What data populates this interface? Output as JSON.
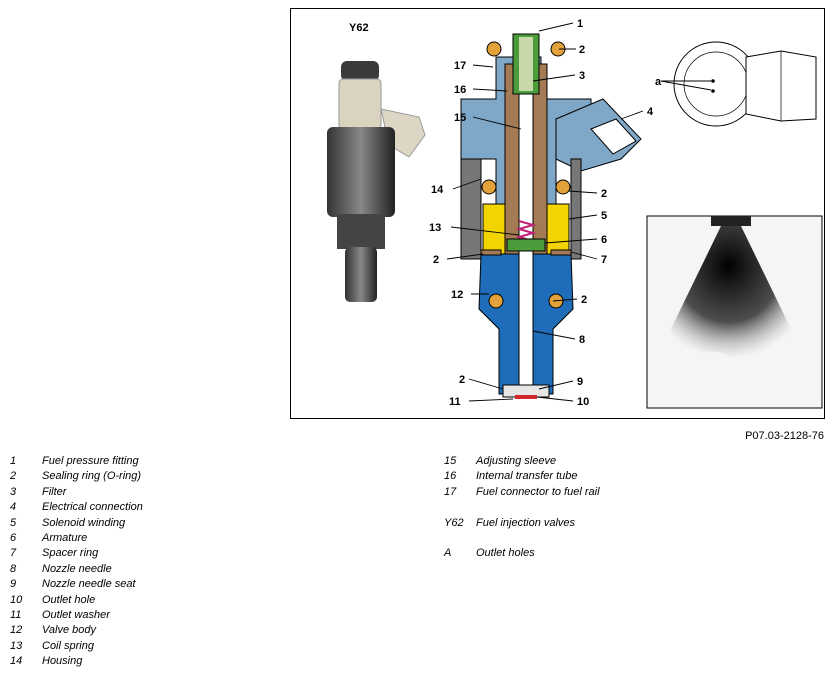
{
  "figure": {
    "reference_code": "P07.03-2128-76",
    "component_label": "Y62",
    "outlet_label": "a",
    "callouts": [
      "1",
      "2",
      "3",
      "4",
      "5",
      "6",
      "7",
      "8",
      "9",
      "10",
      "11",
      "12",
      "13",
      "14",
      "15",
      "16",
      "17"
    ]
  },
  "legend": {
    "left": [
      {
        "num": "1",
        "text": "Fuel pressure fitting"
      },
      {
        "num": "2",
        "text": "Sealing ring (O-ring)"
      },
      {
        "num": "3",
        "text": "Filter"
      },
      {
        "num": "4",
        "text": "Electrical connection"
      },
      {
        "num": "5",
        "text": "Solenoid winding"
      },
      {
        "num": "6",
        "text": "Armature"
      },
      {
        "num": "7",
        "text": "Spacer ring"
      },
      {
        "num": "8",
        "text": "Nozzle needle"
      },
      {
        "num": "9",
        "text": "Nozzle needle seat"
      },
      {
        "num": "10",
        "text": "Outlet hole"
      },
      {
        "num": "11",
        "text": "Outlet washer"
      },
      {
        "num": "12",
        "text": "Valve body"
      },
      {
        "num": "13",
        "text": "Coil spring"
      },
      {
        "num": "14",
        "text": "Housing"
      }
    ],
    "right": [
      {
        "num": "15",
        "text": "Adjusting sleeve"
      },
      {
        "num": "16",
        "text": "Internal transfer tube"
      },
      {
        "num": "17",
        "text": "Fuel connector to fuel rail"
      },
      {
        "num": "Y62",
        "text": "Fuel injection valves"
      },
      {
        "num": "A",
        "text": "Outlet holes"
      }
    ]
  },
  "colors": {
    "housing_blue": "#7fa7c8",
    "body_blue": "#1f6cb8",
    "brass": "#a57b55",
    "oring_orange": "#e3a13a",
    "winding_yellow": "#f2d400",
    "spring_magenta": "#c01f7a",
    "filter_green": "#4c9c3c"
  }
}
